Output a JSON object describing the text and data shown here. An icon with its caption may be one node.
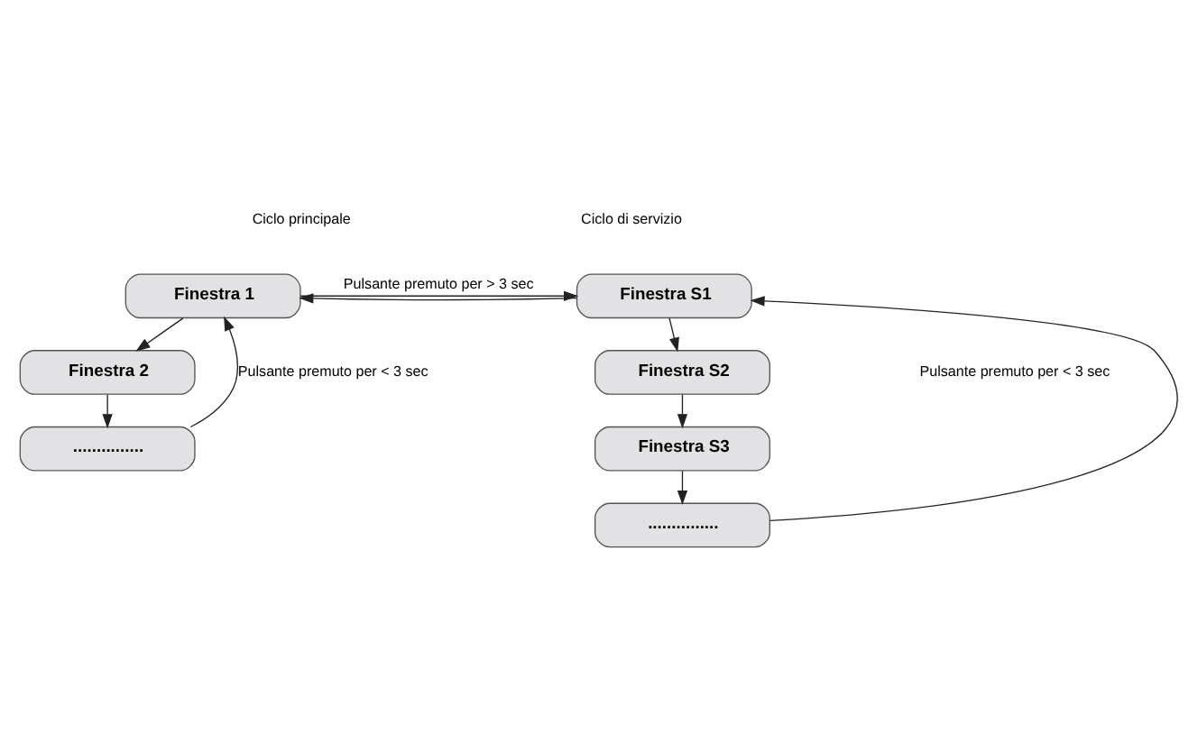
{
  "diagram": {
    "nodes": [
      {
        "text": [
          "Finestra 1"
        ]
      },
      {
        "text": [
          "Finestra 2"
        ]
      },
      {
        "text": [
          "..............."
        ]
      },
      {
        "text": [
          "Finestra S1"
        ]
      },
      {
        "text": [
          "Finestra S2"
        ]
      },
      {
        "text": [
          "Finestra S3"
        ]
      },
      {
        "text": [
          "..............."
        ]
      }
    ],
    "edges": [
      {
        "from": 0,
        "to": 1,
        "arrow": "to"
      },
      {
        "from": 1,
        "to": 2,
        "arrow": "to"
      },
      {
        "from": 2,
        "to": 0,
        "arrow": "to",
        "label": "Pulsante premuto per < 3 sec"
      },
      {
        "from": 0,
        "to": 3,
        "arrow": "to",
        "label": "Pulsante premuto per > 3 sec"
      },
      {
        "from": 3,
        "to": 0,
        "arrow": "to"
      },
      {
        "from": 3,
        "to": 4,
        "arrow": "to"
      },
      {
        "from": 4,
        "to": 5,
        "arrow": "to"
      },
      {
        "from": 5,
        "to": 6,
        "arrow": "to"
      },
      {
        "from": 6,
        "to": 3,
        "arrow": "to"
      }
    ],
    "labels": [
      "Ciclo principale",
      "Ciclo di servizio",
      "Pulsante premuto per < 3 sec"
    ]
  }
}
